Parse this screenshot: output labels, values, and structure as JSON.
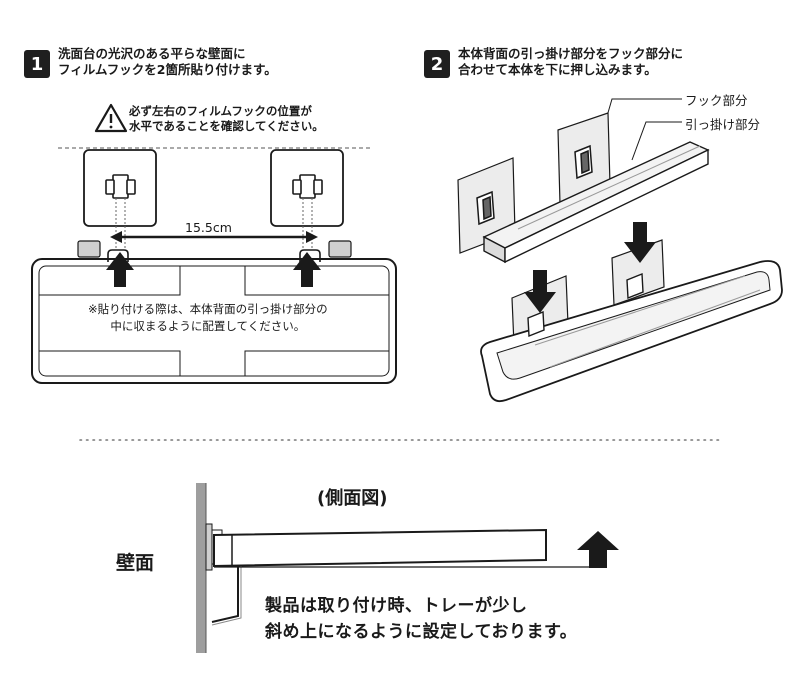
{
  "step1": {
    "number": "1",
    "text": "洗面台の光沢のある平らな壁面に\nフィルムフックを2箇所貼り付けます。",
    "warning": "必ず左右のフィルムフックの位置が\n水平であることを確認してください。",
    "distance": "15.5cm",
    "note": "※貼り付ける際は、本体背面の引っ掛け部分の\n中に収まるように配置してください。"
  },
  "step2": {
    "number": "2",
    "text": "本体背面の引っ掛け部分をフック部分に\n合わせて本体を下に押し込みます。",
    "label_hook": "フック部分",
    "label_catch": "引っ掛け部分"
  },
  "side": {
    "title": "(側面図)",
    "wall_label": "壁面",
    "caption": "製品は取り付け時、トレーが少し\n斜め上になるように設定しております。"
  },
  "colors": {
    "ink": "#1a1a1a",
    "gray": "#9a9a9a",
    "light": "#e9e9e9"
  }
}
